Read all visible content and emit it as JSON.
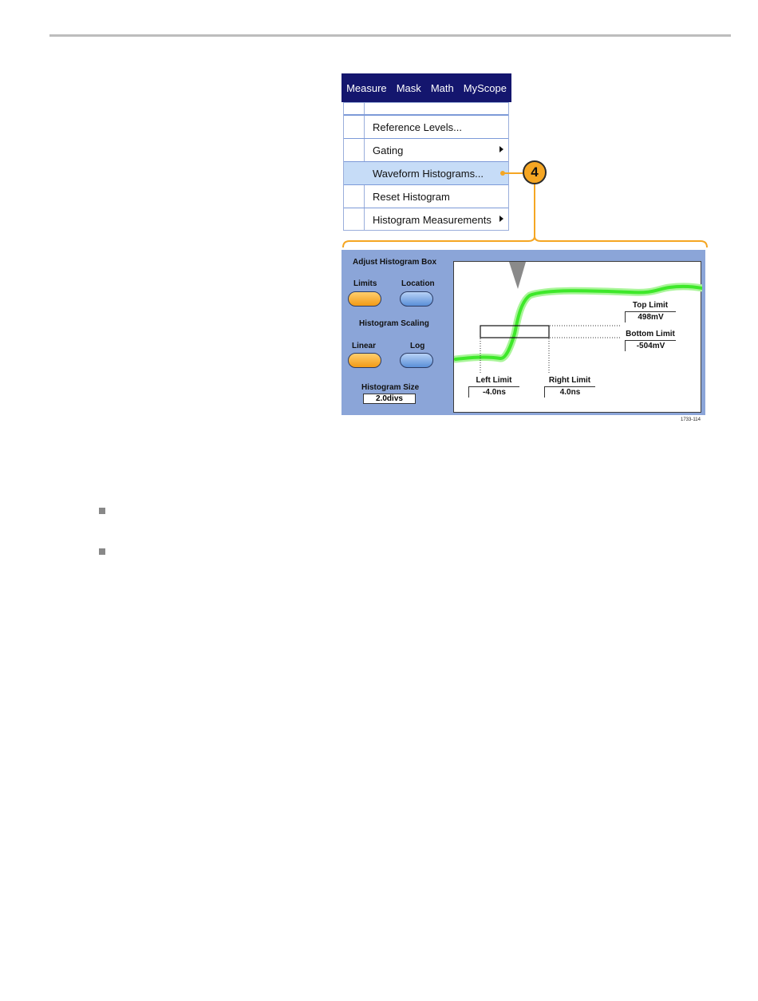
{
  "menubar": {
    "items": [
      "Measure",
      "Mask",
      "Math",
      "MyScope"
    ]
  },
  "dropdown": {
    "items": [
      {
        "label": "Reference Levels...",
        "submenu": false
      },
      {
        "label": "Gating",
        "submenu": true
      },
      {
        "label": "Waveform Histograms...",
        "submenu": false,
        "highlighted": true
      },
      {
        "label": "Reset Histogram",
        "submenu": false
      },
      {
        "label": "Histogram Measurements",
        "submenu": true
      }
    ]
  },
  "callout": {
    "number": "4",
    "color": "#f5a623"
  },
  "panel": {
    "title": "Adjust Histogram Box",
    "limits_label": "Limits",
    "location_label": "Location",
    "scaling_label": "Histogram Scaling",
    "linear_label": "Linear",
    "log_label": "Log",
    "size_label": "Histogram Size",
    "size_value": "2.0divs",
    "top_limit_label": "Top Limit",
    "top_limit_value": "498mV",
    "bottom_limit_label": "Bottom Limit",
    "bottom_limit_value": "-504mV",
    "left_limit_label": "Left Limit",
    "left_limit_value": "-4.0ns",
    "right_limit_label": "Right Limit",
    "right_limit_value": "4.0ns",
    "accent_on": "#f29a16",
    "accent_off": "#5a8fd8",
    "waveform_color": "#3ee82a"
  },
  "figure_number": "1733-114"
}
